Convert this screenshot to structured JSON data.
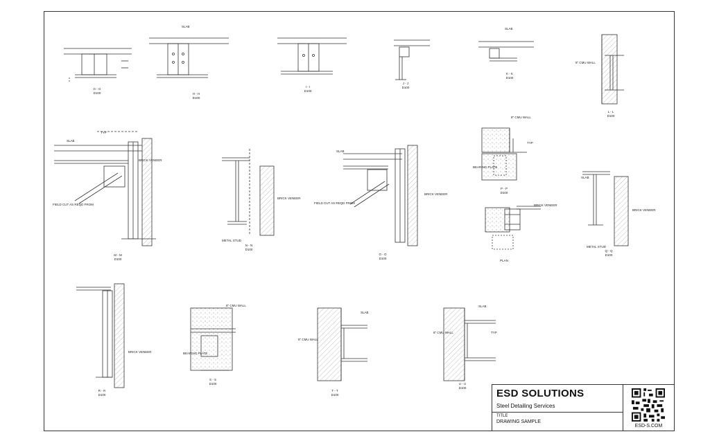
{
  "title_block": {
    "company": "ESD SOLUTIONS",
    "subtitle": "Steel Detailing Services",
    "title_label": "TITLE",
    "title_value": "DRAWING SAMPLE",
    "website": "ESD-S.COM"
  },
  "labels": {
    "slab": "SLAB",
    "brick_veneer": "BRICK VENEER",
    "metal_stud": "METAL STUD",
    "cmu_wall": "8\" CMU WALL",
    "typ": "TYP",
    "field_cut": "FIELD CUT AS REQD FROM",
    "bearing_plate": "BEARING PLATE",
    "plan": "PLAN",
    "scale": "D100"
  },
  "details": [
    {
      "mark": "G - G"
    },
    {
      "mark": "H - H"
    },
    {
      "mark": "I - I"
    },
    {
      "mark": "J - J"
    },
    {
      "mark": "K - K"
    },
    {
      "mark": "L - L"
    },
    {
      "mark": "M - M"
    },
    {
      "mark": "N - N"
    },
    {
      "mark": "O - O"
    },
    {
      "mark": "P - P"
    },
    {
      "mark": "Q - Q"
    },
    {
      "mark": "R - R"
    },
    {
      "mark": "S - S"
    },
    {
      "mark": "T - T"
    },
    {
      "mark": "U - U"
    }
  ],
  "colors": {
    "line": "#333333",
    "hatch": "#888888"
  }
}
